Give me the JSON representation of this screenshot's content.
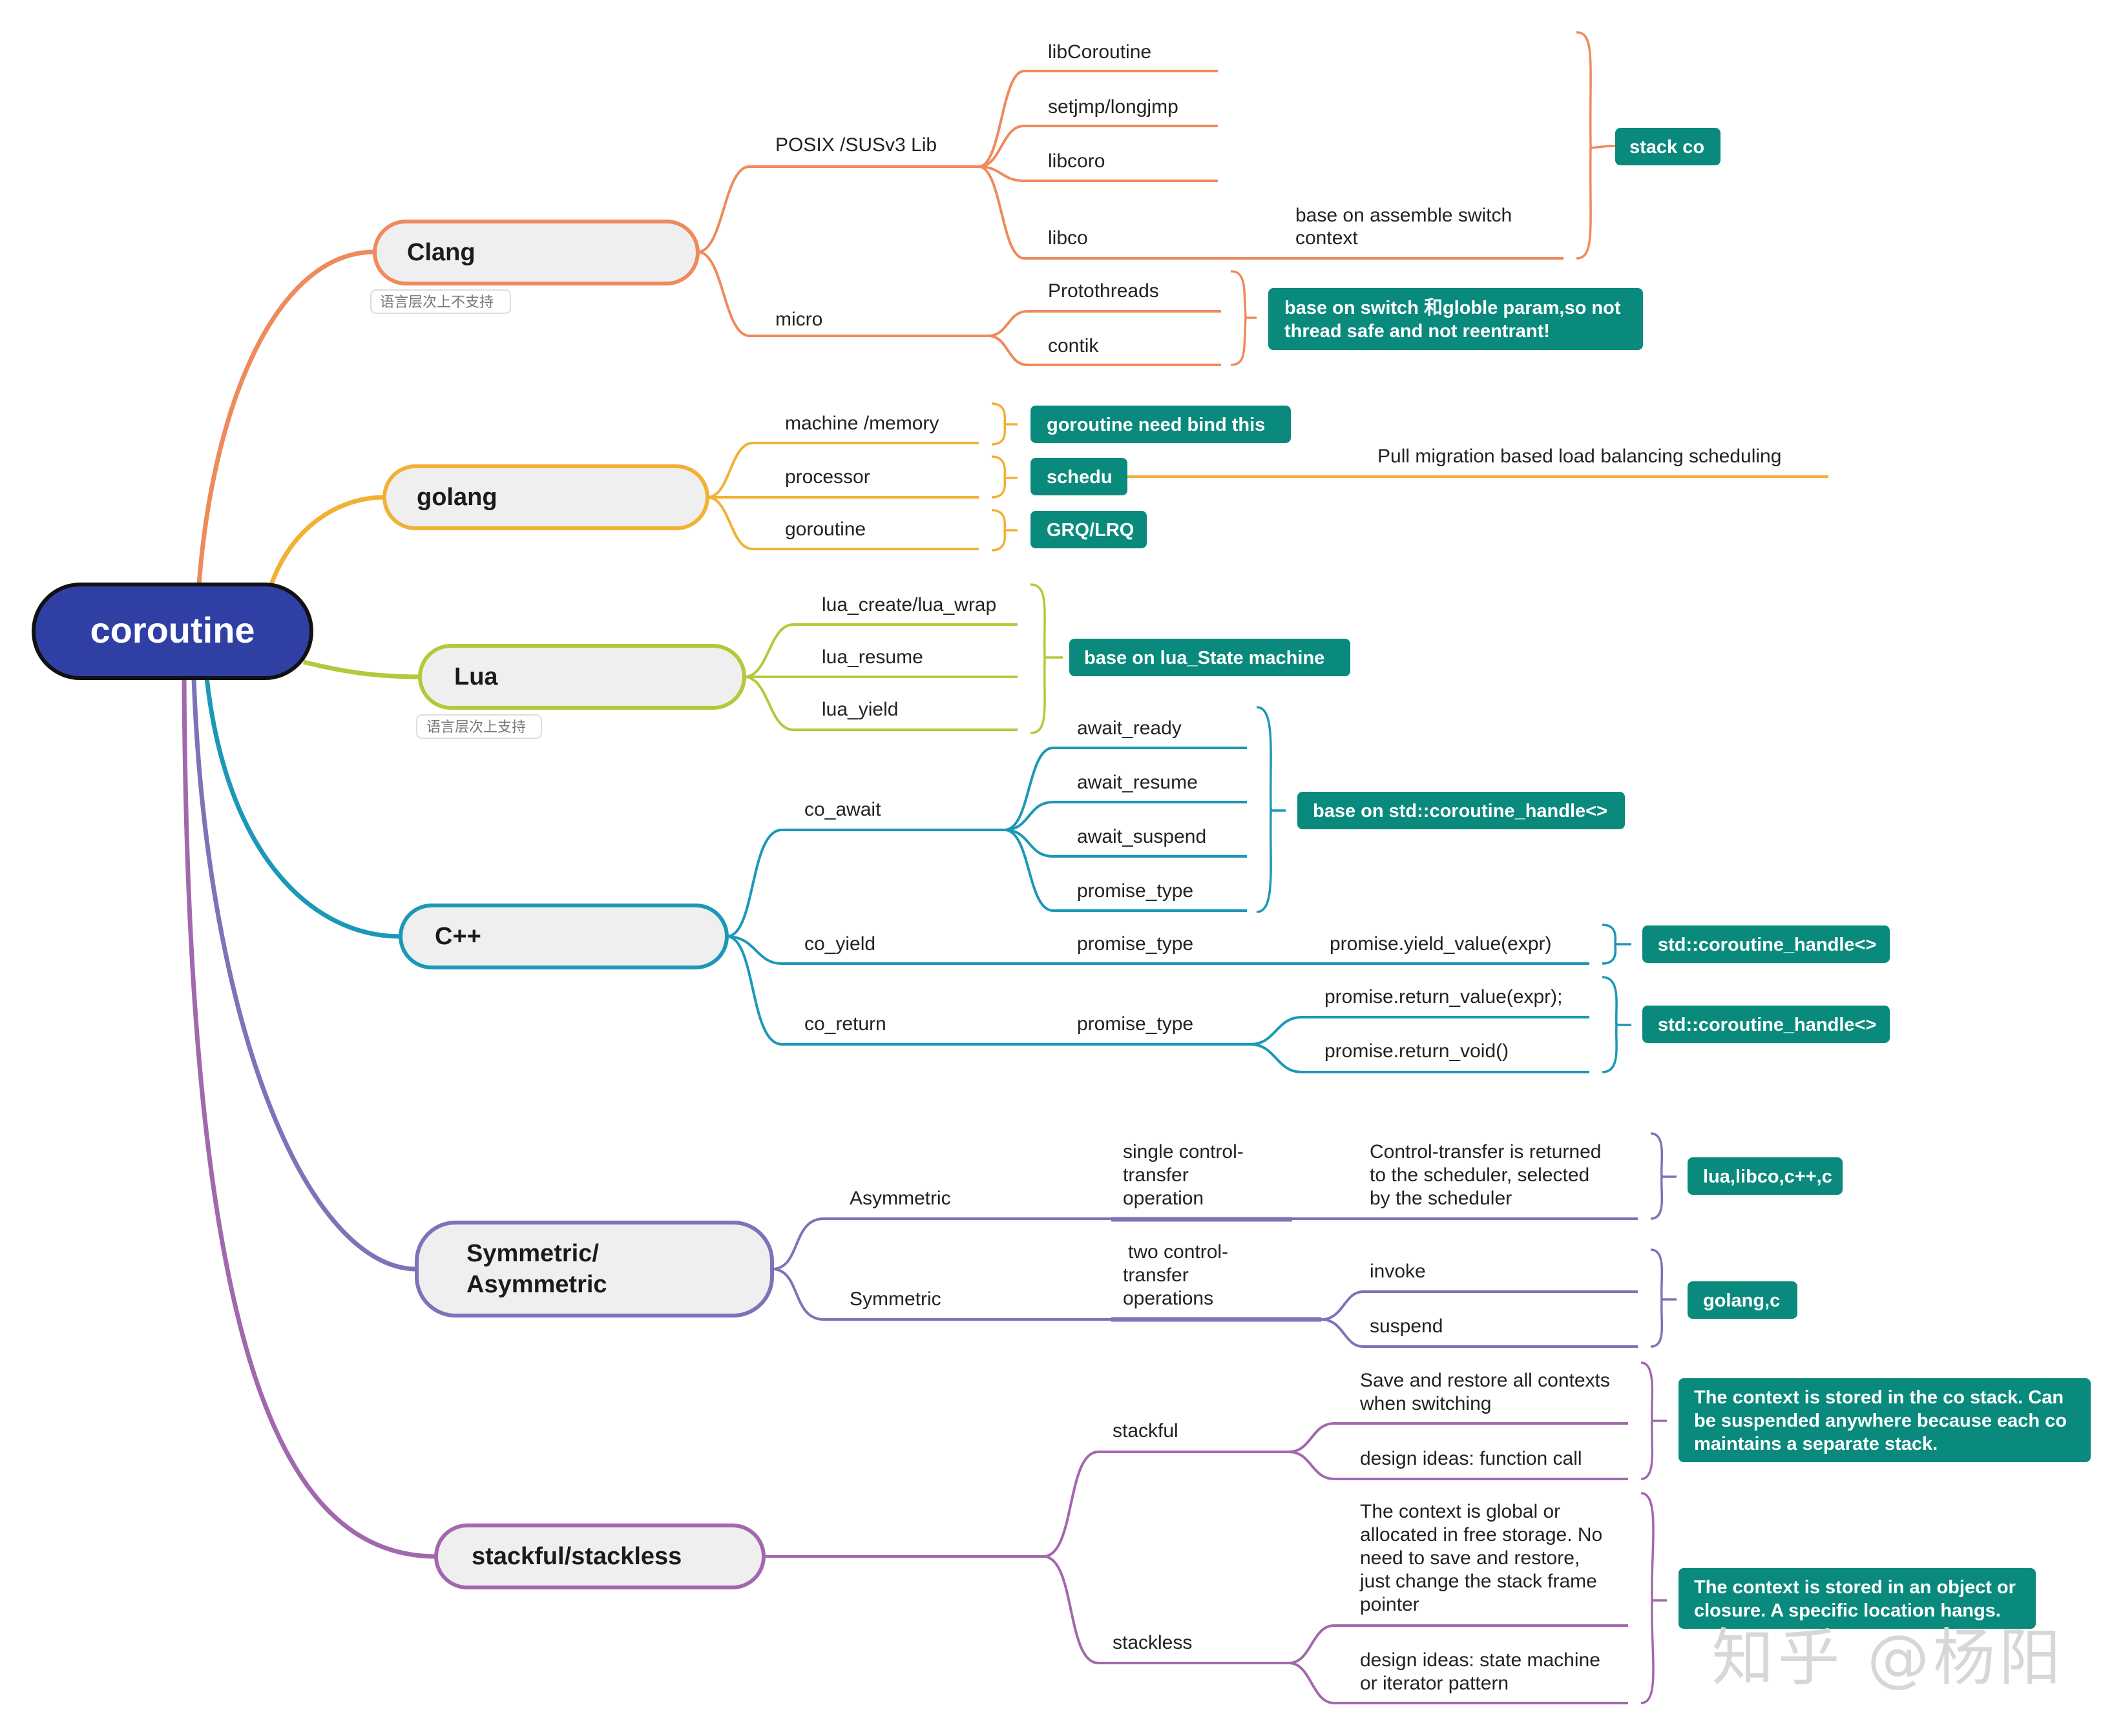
{
  "root": "coroutine",
  "colors": {
    "clang": "#ee8a5b",
    "golang": "#f2b035",
    "lua": "#b7c73a",
    "cpp": "#1b98b8",
    "sym": "#7b74b8",
    "stack": "#a268ad",
    "callout": "#0a8a7c",
    "root": "#2f3fa3"
  },
  "topics": {
    "clang": {
      "label": "Clang",
      "tag": "语言层次上不支持"
    },
    "golang": {
      "label": "golang"
    },
    "lua": {
      "label": "Lua",
      "tag": "语言层次上支持"
    },
    "cpp": {
      "label": "C++"
    },
    "sym": {
      "label_1": "Symmetric/",
      "label_2": "Asymmetric"
    },
    "stack": {
      "label": "stackful/stackless"
    }
  },
  "clang": {
    "posix": "POSIX /SUSv3 Lib",
    "libs": [
      "libCoroutine",
      "setjmp/longjmp",
      "libcoro",
      "libco"
    ],
    "libco_note_1": "base on assemble  switch",
    "libco_note_2": "context",
    "stack_co": "stack co",
    "micro": "micro",
    "micro_items": [
      "Protothreads",
      "contik"
    ],
    "micro_callout_1": "base on switch 和globle param,so not",
    "micro_callout_2": "thread safe and not reentrant!"
  },
  "golang": {
    "items": [
      "machine /memory",
      "processor",
      "goroutine"
    ],
    "callouts": [
      "goroutine need bind this",
      "schedu",
      "GRQ/LRQ"
    ],
    "schedu_note": "Pull migration based load balancing scheduling"
  },
  "lua": {
    "items": [
      "lua_create/lua_wrap",
      "lua_resume",
      "lua_yield"
    ],
    "callout": "base on lua_State  machine"
  },
  "cpp": {
    "co_await": "co_await",
    "await_items": [
      "await_ready",
      "await_resume",
      "await_suspend",
      "promise_type"
    ],
    "await_callout": "base on  std::coroutine_handle<>",
    "co_yield": "co_yield",
    "yield_promise": "promise_type",
    "yield_value": "promise.yield_value(expr)",
    "yield_callout": "std::coroutine_handle<>",
    "co_return": "co_return",
    "return_promise": "promise_type",
    "return_items": [
      "promise.return_value(expr);",
      "promise.return_void()"
    ],
    "return_callout": "std::coroutine_handle<>"
  },
  "sym": {
    "asym": "Asymmetric",
    "asym_op_1": "single control-",
    "asym_op_2": "transfer",
    "asym_op_3": "operation",
    "asym_desc_1": "Control-transfer is returned",
    "asym_desc_2": "to the scheduler, selected",
    "asym_desc_3": "by the scheduler",
    "asym_callout": "lua,libco,c++,c",
    "symm": "Symmetric",
    "sym_op_1": "two control-",
    "sym_op_2": "transfer",
    "sym_op_3": "operations",
    "sym_items": [
      "invoke",
      "suspend"
    ],
    "sym_callout": "golang,c"
  },
  "stack": {
    "stackful": "stackful",
    "sf_1a": "Save and restore all contexts",
    "sf_1b": "when switching",
    "sf_2": "design ideas: function call",
    "sf_callout_1": "The context is stored in the co stack. Can",
    "sf_callout_2": "be suspended anywhere because each co",
    "sf_callout_3": "maintains a separate stack.",
    "stackless": "stackless",
    "sl_1a": "The context is global or",
    "sl_1b": "allocated in free storage. No",
    "sl_1c": "need to save and restore,",
    "sl_1d": "just change the stack frame",
    "sl_1e": "pointer",
    "sl_2a": "design ideas: state machine",
    "sl_2b": "or iterator pattern",
    "sl_callout_1": "The context is stored in an object or",
    "sl_callout_2": "closure. A specific location hangs."
  },
  "watermark": "知乎 @杨阳"
}
